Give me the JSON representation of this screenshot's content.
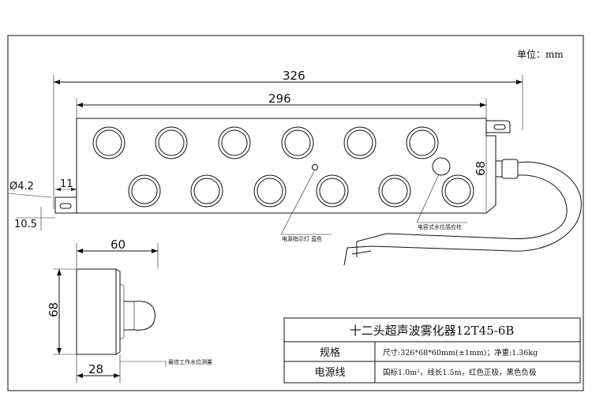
{
  "unit_label": "单位：mm",
  "top_view": {
    "dim_overall": "326",
    "dim_inner": "296",
    "dim_height": "68",
    "dim_hole": "Ø4.2",
    "dim_tab_width": "11",
    "dim_tab_offset": "10.5",
    "callout_indicator": "电源指示灯 蓝色",
    "callout_sensor": "电容式水位感应柱"
  },
  "side_view": {
    "dim_depth": "60",
    "dim_height": "68",
    "dim_bottom": "28",
    "callout_water_level": "最佳工作水位测量"
  },
  "spec_table": {
    "title": "十二头超声波雾化器12T45-6B",
    "rows": [
      {
        "label": "规格",
        "value": "尺寸:326*68*60mm(±1mm)；净重:1.36kg"
      },
      {
        "label": "电源线",
        "value": "国标1.0m²，线长1.5m，红色正极，黑色负极"
      }
    ]
  }
}
